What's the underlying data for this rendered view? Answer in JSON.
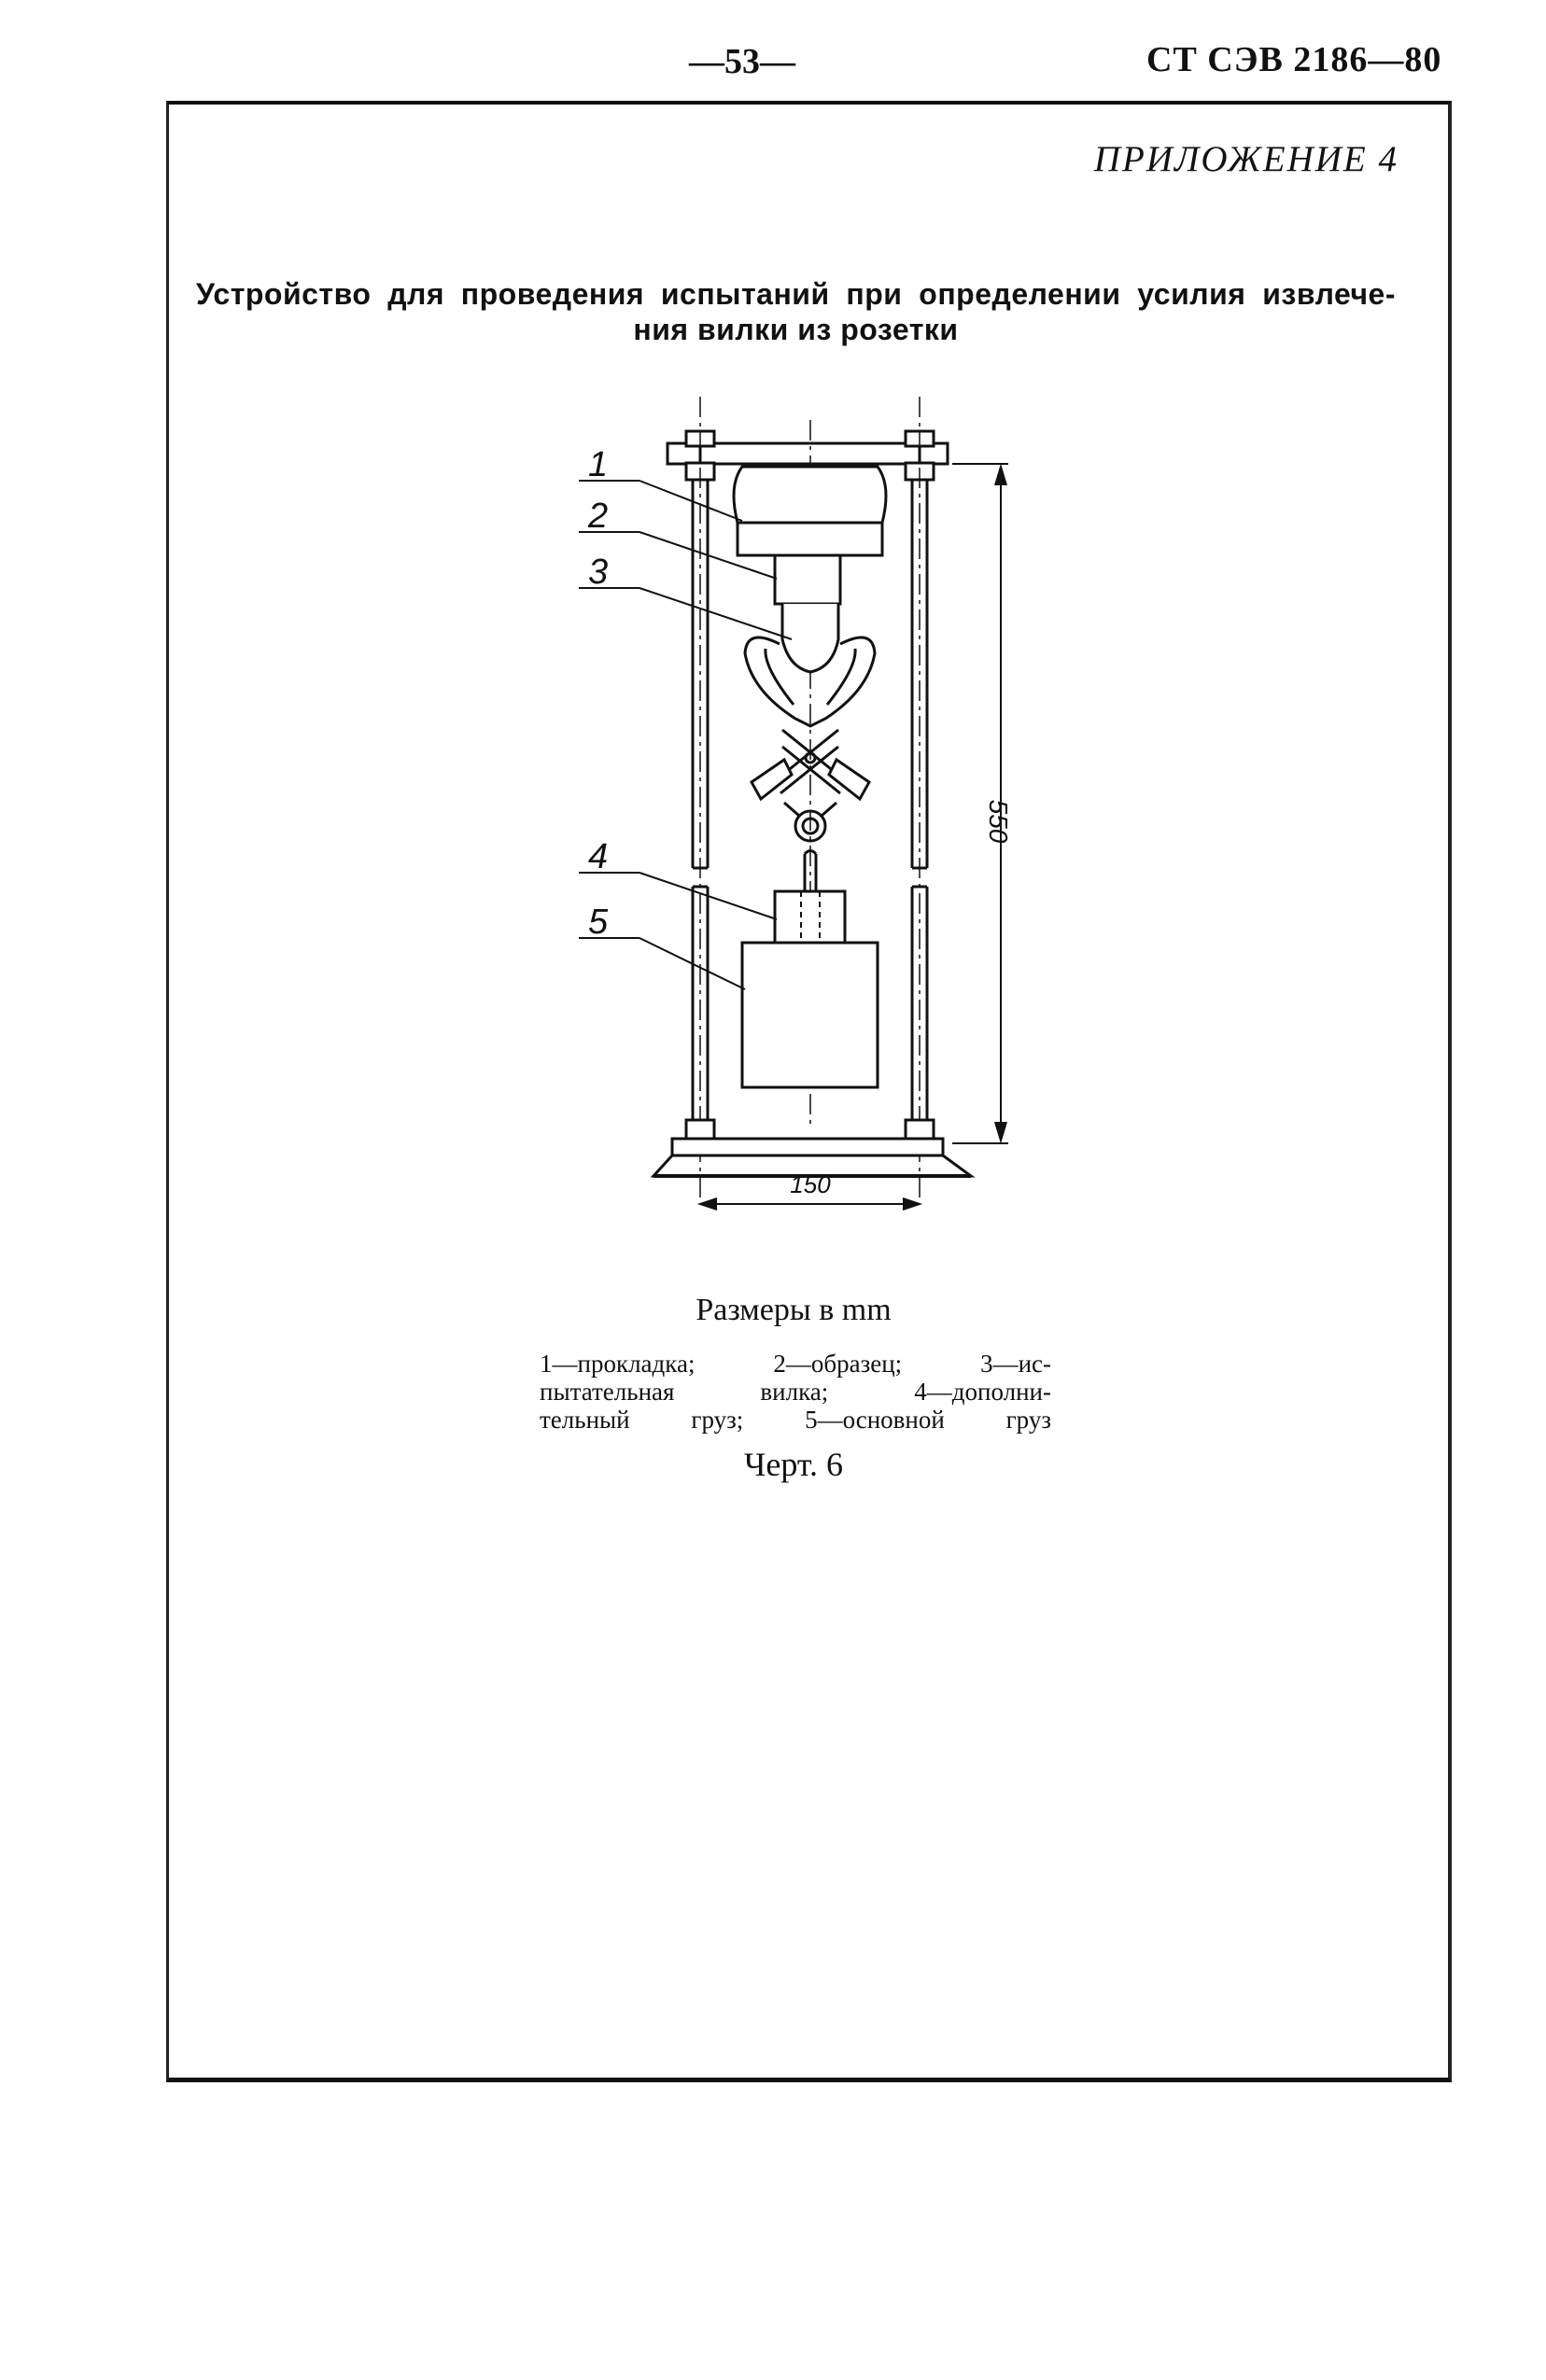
{
  "header": {
    "page_number": "—53—",
    "standard_code": "СТ СЭВ 2186—80"
  },
  "appendix_label": "ПРИЛОЖЕНИЕ 4",
  "title": {
    "line1": "Устройство для проведения испытаний при определении усилия извлече-",
    "line2": "ния вилки из розетки"
  },
  "drawing": {
    "callouts": [
      "1",
      "2",
      "3",
      "4",
      "5"
    ],
    "dimension_height": "550",
    "dimension_width": "150"
  },
  "units_note": "Размеры в mm",
  "legend": {
    "line1": "1—прокладка; 2—образец; 3—ис-",
    "line2": "пытательная вилка; 4—дополни-",
    "line3": "тельный груз; 5—основной груз"
  },
  "figure_label": "Черт. 6"
}
